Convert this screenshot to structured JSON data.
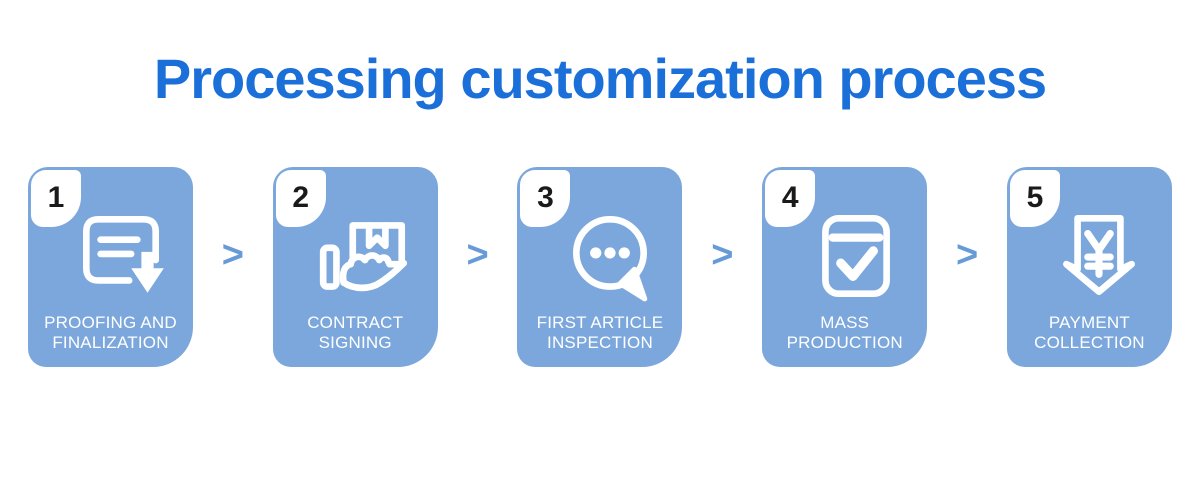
{
  "title": {
    "text": "Processing customization process"
  },
  "colors": {
    "page_bg": "#ffffff",
    "card_bg": "#7BA7DC",
    "arrow": "#679BD8",
    "title": "#1B6FD8",
    "label_text": "#ffffff",
    "number_text": "#1a1a1a",
    "icon_stroke": "#ffffff"
  },
  "arrow_char": ">",
  "steps": [
    {
      "number": "1",
      "label_line1": "PROOFING AND",
      "label_line2": "FINALIZATION",
      "icon": "document-download-icon"
    },
    {
      "number": "2",
      "label_line1": "CONTRACT",
      "label_line2": "SIGNING",
      "icon": "hand-holding-box-icon"
    },
    {
      "number": "3",
      "label_line1": "FIRST ARTICLE",
      "label_line2": "INSPECTION",
      "icon": "chat-bubble-dots-icon"
    },
    {
      "number": "4",
      "label_line1": "MASS",
      "label_line2": "PRODUCTION",
      "icon": "box-checkmark-icon"
    },
    {
      "number": "5",
      "label_line1": "PAYMENT",
      "label_line2": "COLLECTION",
      "icon": "yen-badge-icon"
    }
  ]
}
